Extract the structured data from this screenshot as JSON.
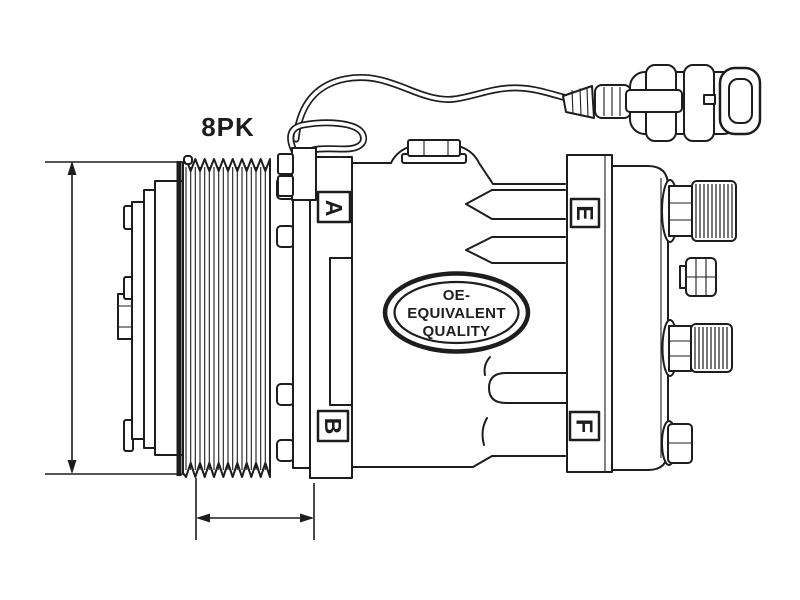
{
  "page": {
    "colors": {
      "background": "#ffffff",
      "line": "#1d1d1d"
    }
  },
  "labels": {
    "belt_type": "8PK",
    "port_a": "A",
    "port_b": "B",
    "port_e": "E",
    "port_f": "F"
  },
  "badge": {
    "line_1": "OE-",
    "line_2": "EQUIVALENT",
    "line_3": "QUALITY"
  }
}
